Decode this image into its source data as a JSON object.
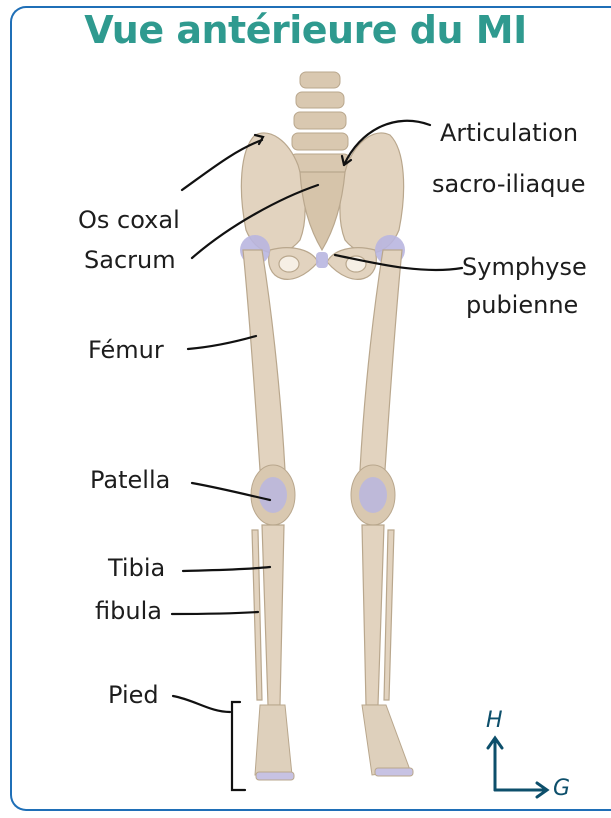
{
  "title": "Vue antérieure du MI",
  "labels": {
    "os_coxal": "Os coxal",
    "sacrum": "Sacrum",
    "articulation_line1": "Articulation",
    "articulation_line2": "sacro-iliaque",
    "symphyse_line1": "Symphyse",
    "symphyse_line2": "pubienne",
    "femur": "Fémur",
    "patella": "Patella",
    "tibia": "Tibia",
    "fibula": "fibula",
    "pied": "Pied"
  },
  "axes": {
    "up_label": "H",
    "right_label": "G"
  },
  "colors": {
    "title": "#2f9a8f",
    "bone": "#e2d3bf",
    "bone_shadow": "#b9a78d",
    "cartilage": "#b9b6e0",
    "frame": "#1f6fb7",
    "axis": "#0d4f6b"
  }
}
